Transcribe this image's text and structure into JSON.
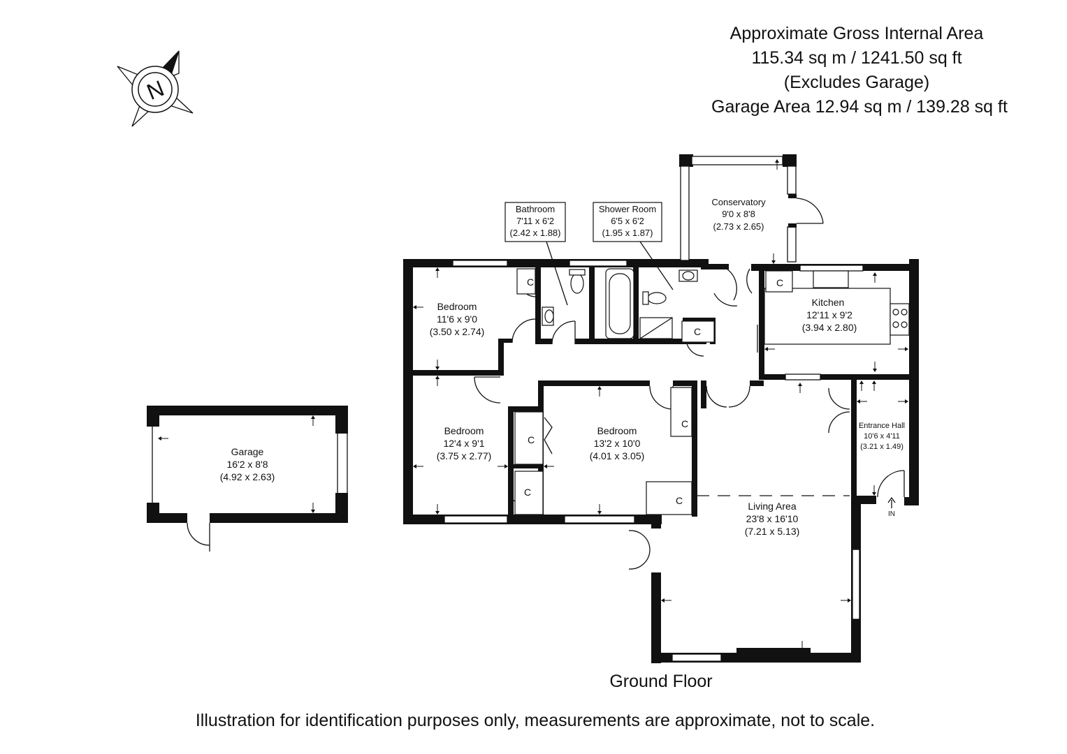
{
  "area_info": {
    "line1": "Approximate Gross Internal Area",
    "line2": "115.34 sq m / 1241.50 sq ft",
    "line3": "(Excludes Garage)",
    "line4": "Garage Area 12.94 sq m / 139.28 sq ft"
  },
  "compass": {
    "letter": "N",
    "icon": "compass-north-icon"
  },
  "rooms": {
    "conservatory": {
      "name": "Conservatory",
      "imperial": "9'0 x 8'8",
      "metric": "(2.73 x 2.65)"
    },
    "bathroom": {
      "name": "Bathroom",
      "imperial": "7'11 x 6'2",
      "metric": "(2.42 x 1.88)"
    },
    "shower_room": {
      "name": "Shower Room",
      "imperial": "6'5 x 6'2",
      "metric": "(1.95 x 1.87)"
    },
    "bedroom1": {
      "name": "Bedroom",
      "imperial": "11'6 x 9'0",
      "metric": "(3.50 x 2.74)"
    },
    "kitchen": {
      "name": "Kitchen",
      "imperial": "12'11 x 9'2",
      "metric": "(3.94 x 2.80)"
    },
    "bedroom2": {
      "name": "Bedroom",
      "imperial": "12'4 x 9'1",
      "metric": "(3.75 x 2.77)"
    },
    "bedroom3": {
      "name": "Bedroom",
      "imperial": "13'2 x 10'0",
      "metric": "(4.01 x 3.05)"
    },
    "entrance_hall": {
      "name": "Entrance Hall",
      "imperial": "10'6 x 4'11",
      "metric": "(3.21 x 1.49)"
    },
    "living_area": {
      "name": "Living Area",
      "imperial": "23'8 x 16'10",
      "metric": "(7.21 x 5.13)"
    },
    "garage": {
      "name": "Garage",
      "imperial": "16'2 x 8'8",
      "metric": "(4.92 x 2.63)"
    }
  },
  "cupboard_label": "C",
  "entrance_label": "IN",
  "floor_label": "Ground Floor",
  "disclaimer": "Illustration for identification purposes only, measurements are approximate, not to scale."
}
